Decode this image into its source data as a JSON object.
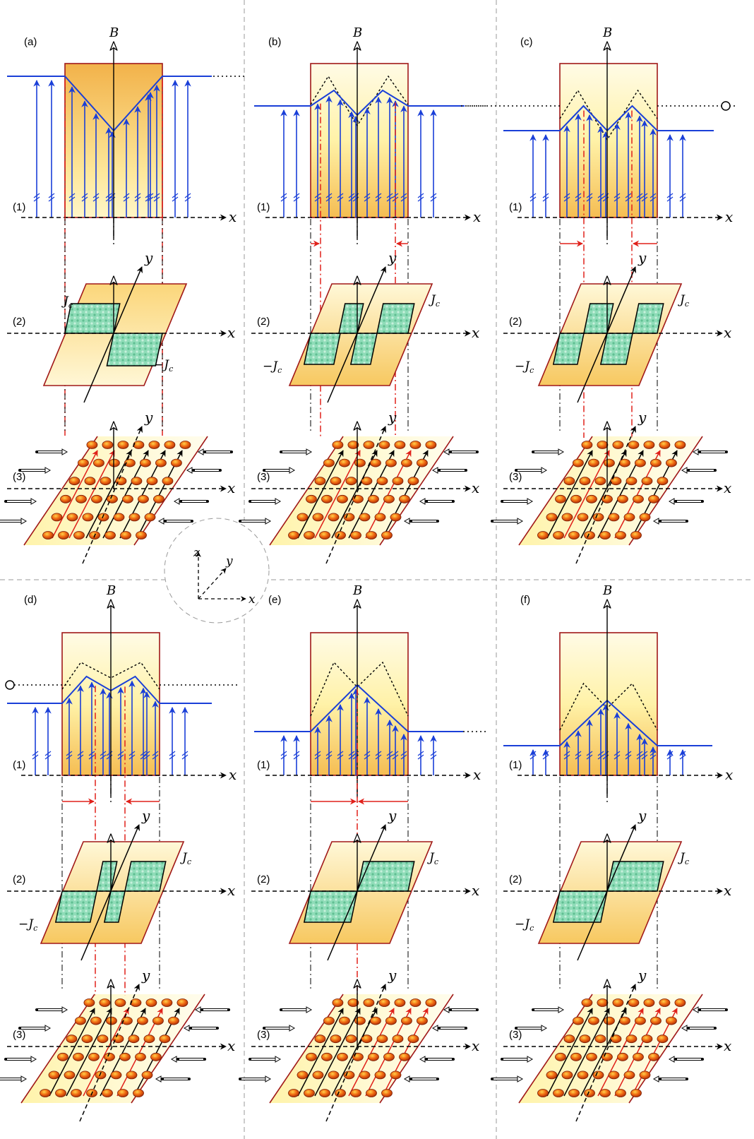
{
  "figure": {
    "panels": [
      {
        "id": "a",
        "label": "(a)",
        "variant": "a"
      },
      {
        "id": "b",
        "label": "(b)",
        "variant": "b"
      },
      {
        "id": "c",
        "label": "(c)",
        "variant": "c"
      },
      {
        "id": "d",
        "label": "(d)",
        "variant": "d"
      },
      {
        "id": "e",
        "label": "(e)",
        "variant": "e"
      },
      {
        "id": "f",
        "label": "(f)",
        "variant": "f"
      }
    ],
    "row_labels": [
      "(1)",
      "(2)",
      "(3)"
    ],
    "axis_labels": {
      "B": "B",
      "x": "x",
      "y": "y",
      "z": "z"
    },
    "current_labels": {
      "pos": "J",
      "pos_sub": "c",
      "neg": "−J",
      "neg_sub": "c"
    },
    "colors": {
      "field_line": "#1a3fd8",
      "slab_border": "#a01818",
      "slab_fill_light": "#fff9d0",
      "slab_fill_dark": "#f2b24a",
      "current_region": "#7fd0a8",
      "vortex": "#e84a0c",
      "marker_red": "#e0201a",
      "axis": "#000000"
    },
    "icons": [
      "force-arrow-icon",
      "vortex-icon",
      "open-circle-icon",
      "coordinate-triad-icon"
    ]
  }
}
